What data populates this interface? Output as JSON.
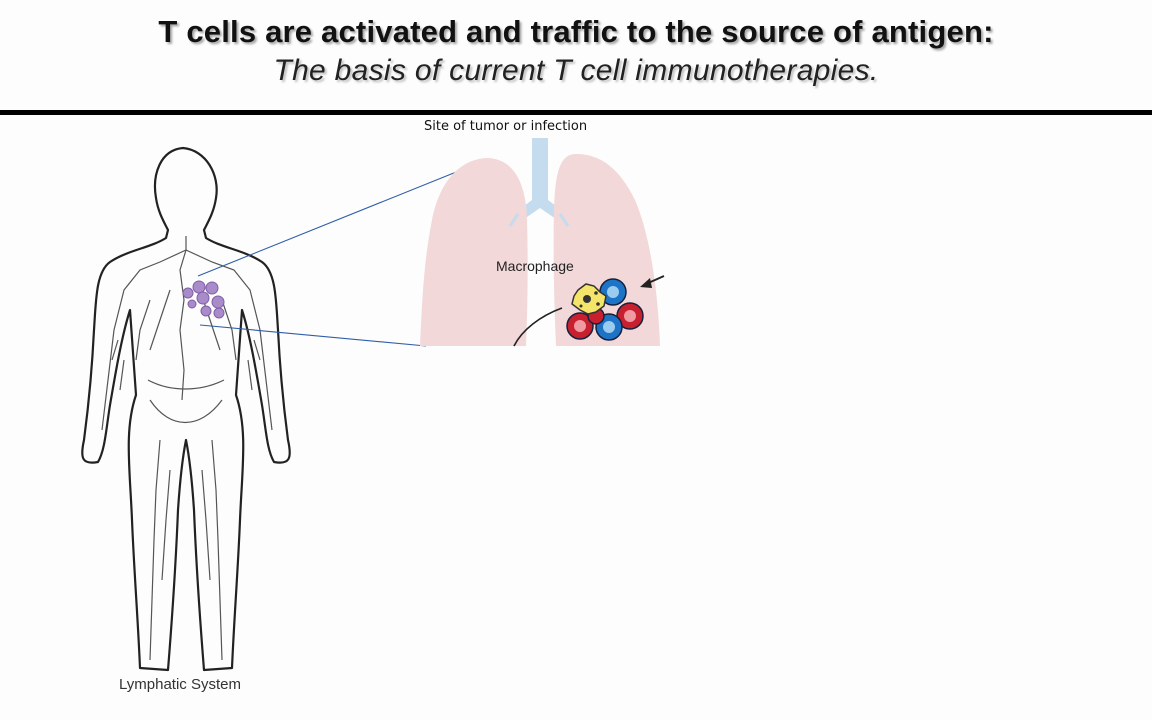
{
  "slide": {
    "title": "T cells are activated and traffic to the source of antigen:",
    "subtitle": "The basis of current T cell immunotherapies."
  },
  "diagram": {
    "site_label": "Site of tumor or infection",
    "macrophage_label": "Macrophage",
    "body_caption": "Lymphatic System"
  },
  "colors": {
    "lung_fill": "#f2d8d8",
    "trachea": "#c5dcee",
    "tcell_red": "#c8202e",
    "tcell_blue": "#1d74c6",
    "macrophage": "#f5e46a",
    "tumor_cells": "#a98bc9",
    "zoom_lines": "#2f5ea8"
  }
}
